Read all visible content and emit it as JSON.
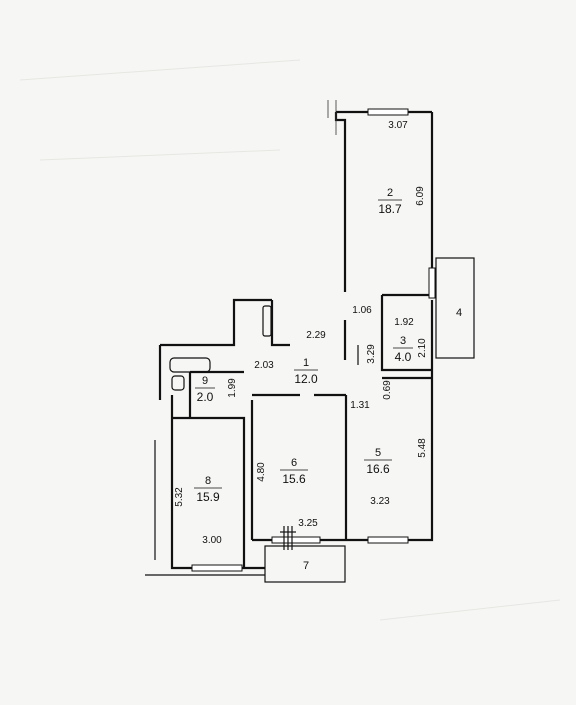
{
  "rooms": [
    {
      "id": "1",
      "area": "12.0"
    },
    {
      "id": "2",
      "area": "18.7"
    },
    {
      "id": "3",
      "area": "4.0"
    },
    {
      "id": "4"
    },
    {
      "id": "5",
      "area": "16.6"
    },
    {
      "id": "6",
      "area": "15.6"
    },
    {
      "id": "7"
    },
    {
      "id": "8",
      "area": "15.9"
    },
    {
      "id": "9",
      "area": "2.0"
    }
  ],
  "dimensions": {
    "d_3_07": "3.07",
    "d_6_09": "6.09",
    "d_1_06": "1.06",
    "d_1_92": "1.92",
    "d_2_10": "2.10",
    "d_3_29": "3.29",
    "d_2_29": "2.29",
    "d_2_03": "2.03",
    "d_1_99": "1.99",
    "d_1_31": "1.31",
    "d_0_69": "0.69",
    "d_5_48": "5.48",
    "d_3_23": "3.23",
    "d_4_80": "4.80",
    "d_3_25": "3.25",
    "d_5_32": "5.32",
    "d_3_00": "3.00"
  }
}
